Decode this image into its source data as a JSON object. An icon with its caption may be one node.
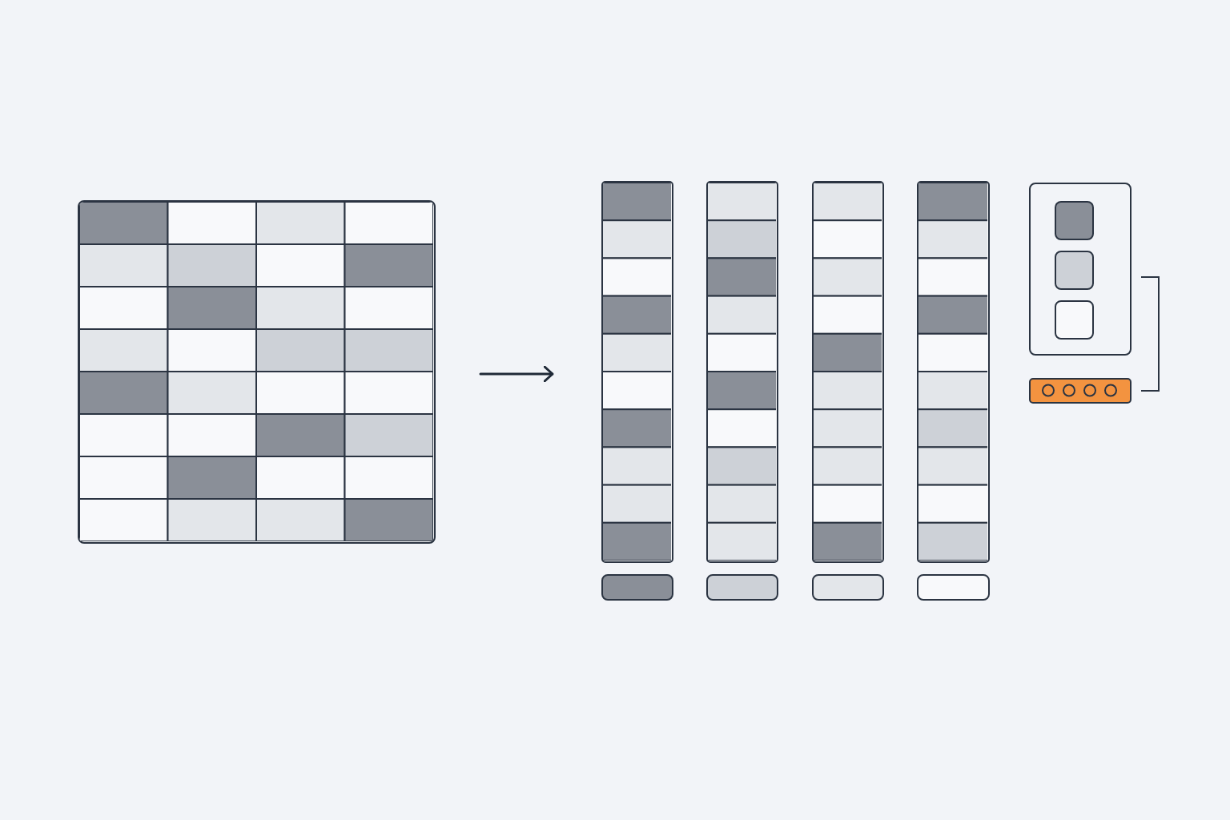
{
  "diagram": {
    "nodes": [
      {
        "text": [],
        "shape": "box"
      },
      {
        "text": [],
        "shape": "bar"
      },
      {
        "text": [],
        "shape": "bar"
      },
      {
        "text": [],
        "shape": "bar"
      },
      {
        "text": [],
        "shape": "bar"
      },
      {
        "text": [],
        "shape": "box"
      },
      {
        "text": [],
        "shape": "box"
      },
      {
        "text": [],
        "shape": "box"
      },
      {
        "text": [],
        "shape": "box"
      },
      {
        "text": [],
        "shape": "box"
      },
      {
        "text": [],
        "shape": "box",
        "in": 9
      },
      {
        "text": [],
        "shape": "box",
        "in": 9
      },
      {
        "text": [],
        "shape": "box",
        "in": 9
      },
      {
        "text": [],
        "shape": "bar"
      }
    ],
    "edges": [
      {
        "from": 0,
        "to": 1,
        "arrow": "to"
      }
    ]
  }
}
